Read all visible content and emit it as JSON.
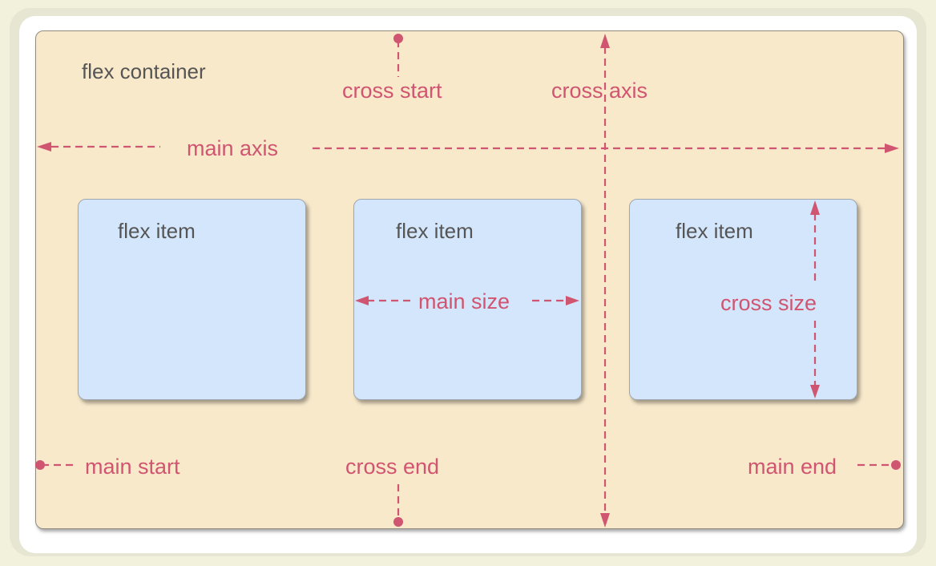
{
  "labels": {
    "container": "flex container",
    "cross_start": "cross start",
    "cross_axis": "cross axis",
    "main_axis": "main axis",
    "main_start": "main start",
    "cross_end": "cross end",
    "main_end": "main end",
    "main_size": "main size",
    "cross_size": "cross size"
  },
  "items": [
    "flex item",
    "flex item",
    "flex item"
  ],
  "colors": {
    "annotation": "#d05570",
    "container": "#f8e9cb",
    "item": "#d3e6fb",
    "text": "#555555"
  }
}
